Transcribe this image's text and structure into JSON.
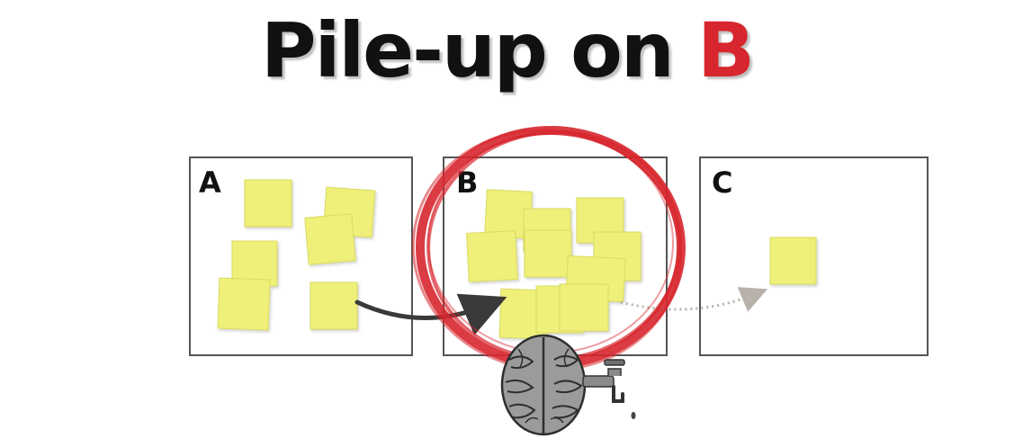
{
  "title": {
    "main": "Pile-up on",
    "accent": "B"
  },
  "columns": [
    {
      "label": "A"
    },
    {
      "label": "B"
    },
    {
      "label": "C"
    }
  ],
  "colors": {
    "sticky_note": "#eef07a",
    "sticky_border": "#d9db5e",
    "accent_red": "#d7262e",
    "arrow_dark": "#3a3a3a",
    "arrow_light": "#b8b2aa",
    "frame": "#555555"
  },
  "icons": [
    "brain-icon",
    "faucet-icon"
  ]
}
